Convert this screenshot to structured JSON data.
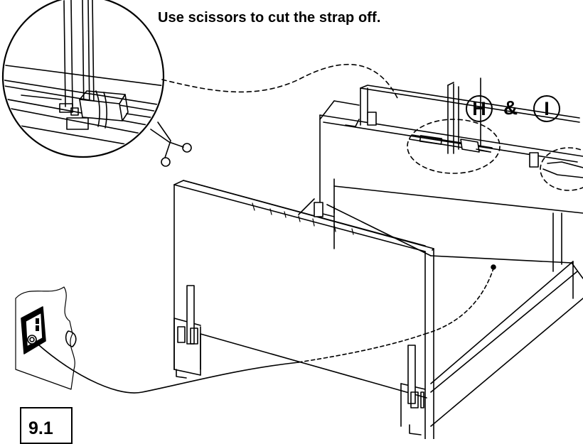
{
  "instruction": {
    "text": "Use scissors to cut the strap off."
  },
  "callouts": {
    "part_h": "H",
    "ampersand": "&",
    "part_i": "I"
  },
  "step": {
    "number": "9.1"
  },
  "icons": {
    "scissors": "scissors-icon",
    "outlet": "wall-outlet-icon",
    "magnifier": "detail-magnifier-icon"
  },
  "colors": {
    "ink": "#000000",
    "paper": "#ffffff"
  }
}
